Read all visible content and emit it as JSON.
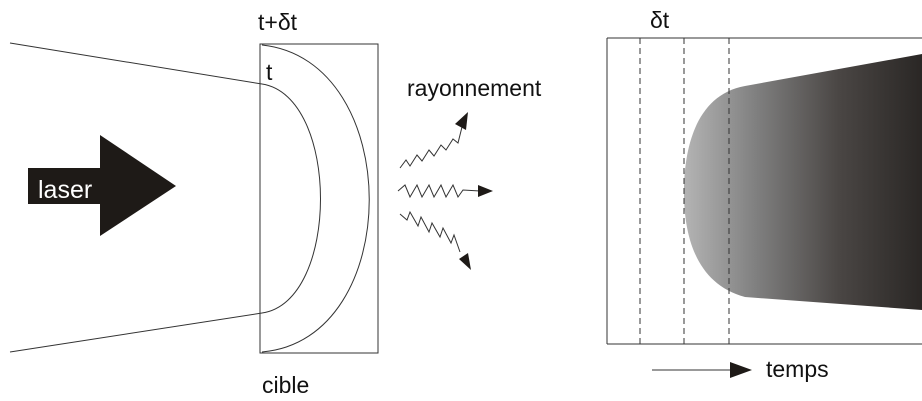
{
  "labels": {
    "laser": "laser",
    "target_front_time_1": "t",
    "target_front_time_2": "t+δt",
    "radiation": "rayonnement",
    "target": "cible",
    "delta_t": "δt",
    "time": "temps"
  },
  "colors": {
    "stroke": "#333333",
    "arrow": "#1e1a17",
    "emission_light": "#b0b0b0",
    "emission_mid": "#6e6e6e",
    "emission_dark": "#2a2725"
  },
  "icons": {
    "laser_arrow": "big-right-arrow",
    "radiation_arrows": "wavy-arrow",
    "time_arrow": "right-arrow"
  }
}
